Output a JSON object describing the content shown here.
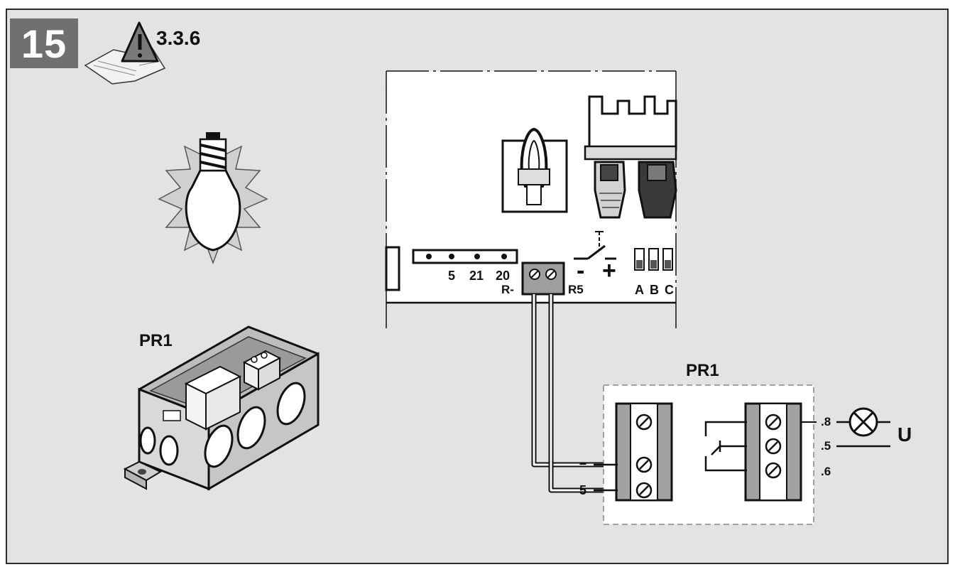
{
  "header": {
    "step_number": "15",
    "manual_reference": "3.3.6"
  },
  "module_label": "PR1",
  "board": {
    "terminal_numbers": [
      "5",
      "21",
      "20"
    ],
    "screw_terminal_left": "R-",
    "screw_terminal_right": "R5",
    "switch_minus": "-",
    "switch_plus": "+",
    "dip_labels": [
      "A",
      "B",
      "C"
    ]
  },
  "pr1_diagram": {
    "title": "PR1",
    "input_minus": "–",
    "input_5": "5",
    "out_8": ".8",
    "out_5": ".5",
    "out_6": ".6",
    "supply": "U"
  },
  "icons": [
    "manual-warning-icon",
    "light-bulb-icon",
    "relay-box-icon",
    "lamp-symbol-icon"
  ]
}
